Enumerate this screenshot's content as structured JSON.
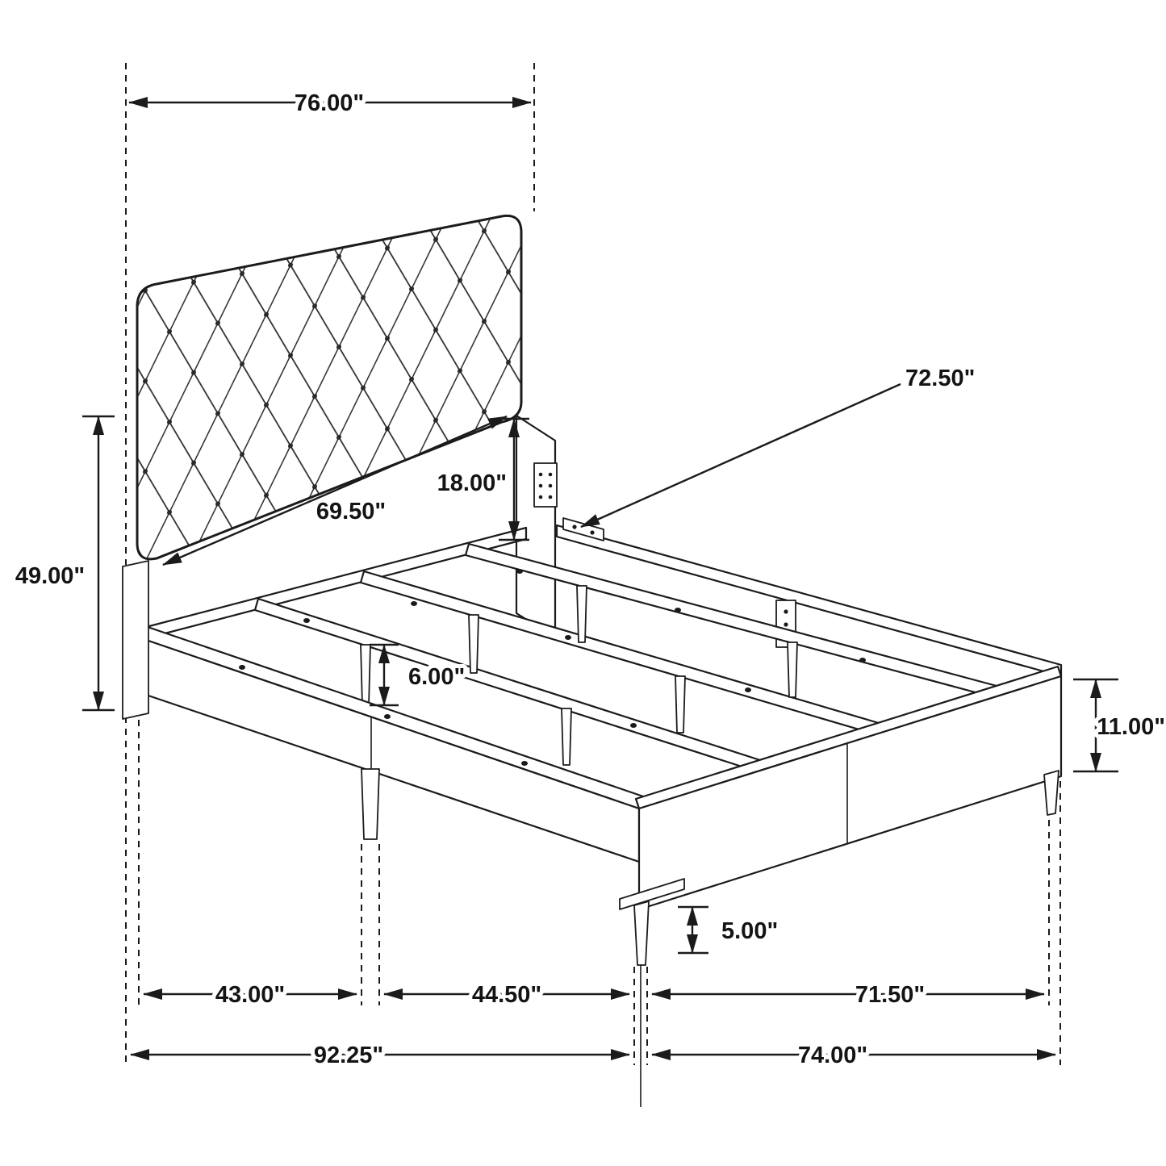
{
  "diagram": {
    "type": "furniture dimension drawing",
    "subject": "upholstered tufted panel bed frame with storage base",
    "background_color": "#ffffff",
    "line_color": "#1b1b1b",
    "text_color": "#141414"
  },
  "dimensions": {
    "headboard_width": {
      "label": "76.00\"",
      "orientation": "horizontal"
    },
    "headboard_height": {
      "label": "49.00\"",
      "orientation": "vertical"
    },
    "panel_height": {
      "label": "18.00\"",
      "orientation": "vertical"
    },
    "panel_width": {
      "label": "69.50\"",
      "orientation": "diagonal"
    },
    "side_rail_length": {
      "label": "72.50\"",
      "orientation": "leader"
    },
    "support_leg_height": {
      "label": "6.00\"",
      "orientation": "vertical"
    },
    "base_rail_height": {
      "label": "11.00\"",
      "orientation": "vertical"
    },
    "front_leg_height": {
      "label": "5.00\"",
      "orientation": "vertical"
    },
    "span_left": {
      "label": "43.00\"",
      "orientation": "horizontal"
    },
    "span_middle": {
      "label": "44.50\"",
      "orientation": "horizontal"
    },
    "span_right": {
      "label": "71.50\"",
      "orientation": "horizontal"
    },
    "overall_length": {
      "label": "92.25\"",
      "orientation": "horizontal"
    },
    "overall_width": {
      "label": "74.00\"",
      "orientation": "horizontal"
    }
  }
}
